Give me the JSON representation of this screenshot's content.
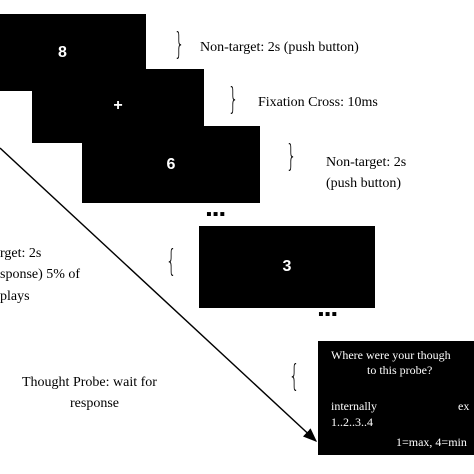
{
  "screens": {
    "s1": "8",
    "s2": "+",
    "s3": "6",
    "s4": "3"
  },
  "labels": {
    "nontarget1": "Non-target: 2s (push button)",
    "fixation": "Fixation Cross: 10ms",
    "nontarget2_line1": "Non-target: 2s",
    "nontarget2_line2": "(push button)",
    "target_line1": "rget: 2s",
    "target_line2": "sponse) 5% of",
    "target_line3": "plays",
    "probe_line1": "Thought Probe: wait for",
    "probe_line2": "response"
  },
  "ellipsis": "▪▪▪",
  "probe": {
    "question_line1": "Where were your though",
    "question_line2": "to this probe?",
    "left_label": "internally",
    "right_label": "ex",
    "scale": "1..2..3..4",
    "legend": "1=max, 4=min"
  }
}
